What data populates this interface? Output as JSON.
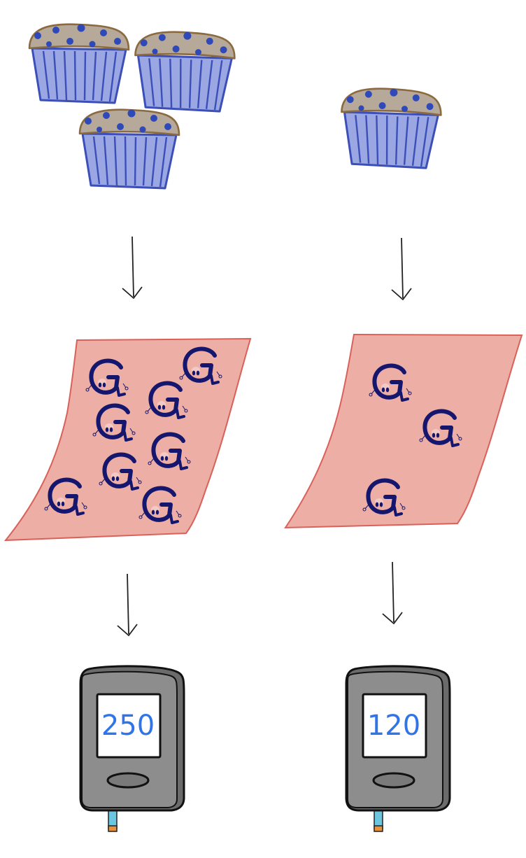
{
  "columns": [
    {
      "id": "left",
      "muffin_count": 3,
      "glucose_count": 8,
      "meter_reading": "250"
    },
    {
      "id": "right",
      "muffin_count": 1,
      "glucose_count": 3,
      "meter_reading": "120"
    }
  ],
  "glucose_glyph": "G",
  "colors": {
    "muffin_top": "#b7a99a",
    "muffin_top_outline": "#8a6a3e",
    "muffin_wrapper": "#9aa7e3",
    "wrapper_stroke": "#3c4fb8",
    "blueberry": "#2f49b8",
    "blood_paper": "#ecaea5",
    "blood_paper_edge": "#d9615a",
    "glucose_ink": "#15166d",
    "meter_body": "#8d8d8d",
    "meter_screen": "#ffffff",
    "reading_text": "#2f74e8",
    "strip_blue": "#6cc6e0",
    "strip_orange": "#e8913b"
  },
  "icons": [
    "blueberry-muffin-icon",
    "down-arrow-icon",
    "blood-sample-icon",
    "glucose-molecule-icon",
    "glucose-meter-icon",
    "test-strip-icon"
  ]
}
